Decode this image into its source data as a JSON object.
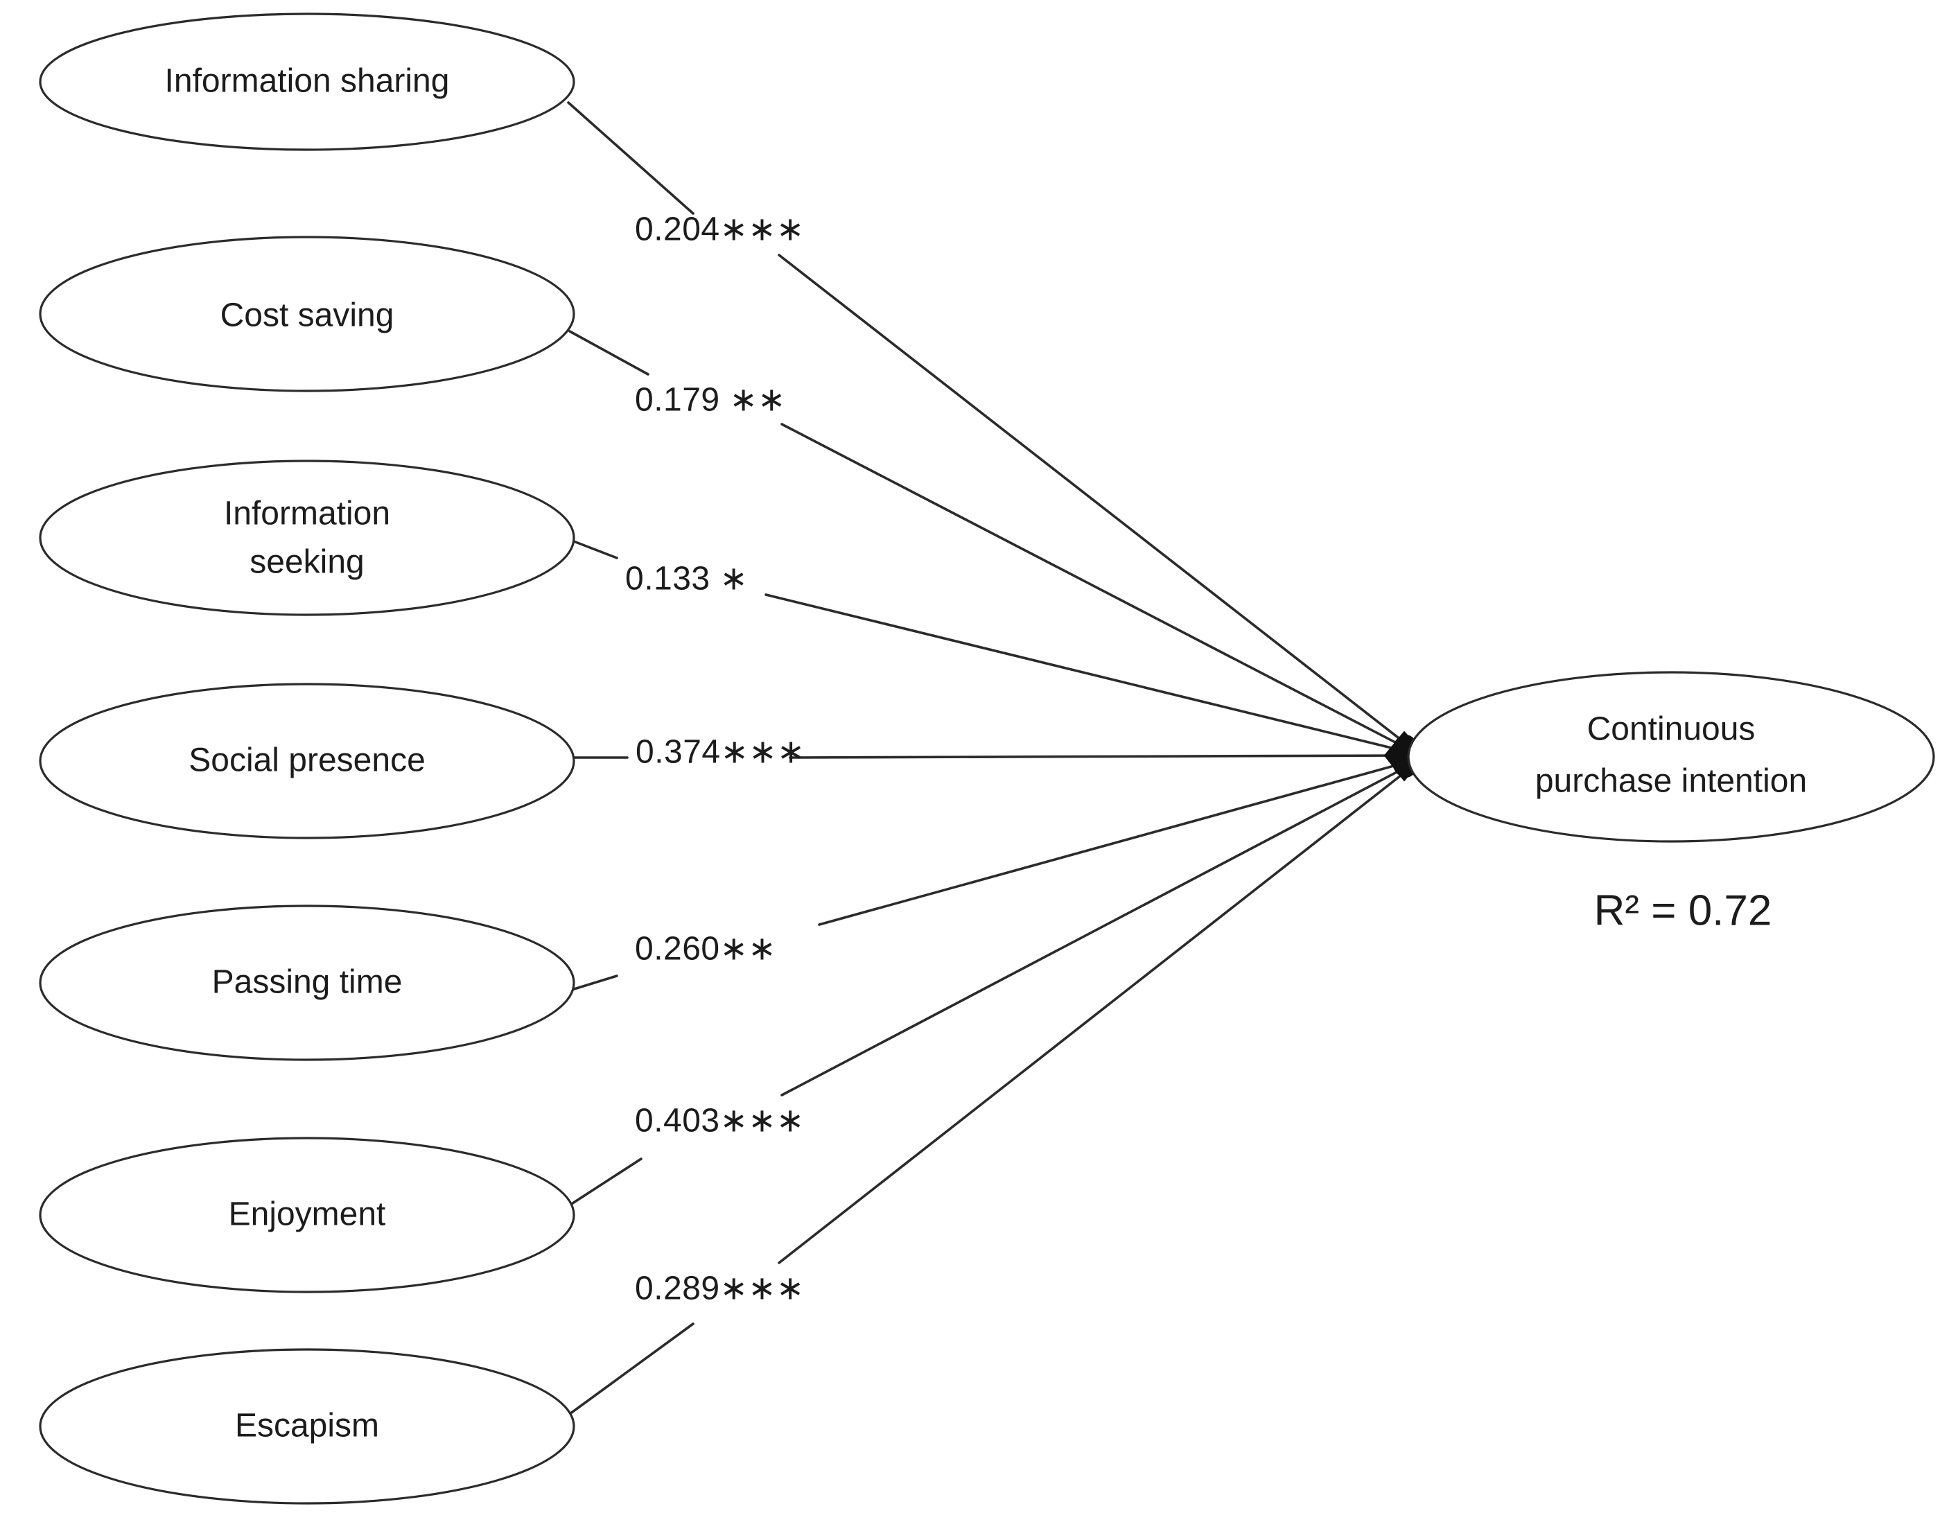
{
  "diagram": {
    "type": "sem-path-diagram",
    "title": "",
    "predictors": [
      {
        "id": "information-sharing",
        "label": "Information sharing",
        "lines": [
          "Information sharing"
        ]
      },
      {
        "id": "cost-saving",
        "label": "Cost saving",
        "lines": [
          "Cost saving"
        ]
      },
      {
        "id": "information-seeking",
        "label": "Information seeking",
        "lines": [
          "Information",
          "seeking"
        ]
      },
      {
        "id": "social-presence",
        "label": "Social presence",
        "lines": [
          "Social presence"
        ]
      },
      {
        "id": "passing-time",
        "label": "Passing time",
        "lines": [
          "Passing time"
        ]
      },
      {
        "id": "enjoyment",
        "label": "Enjoyment",
        "lines": [
          "Enjoyment"
        ]
      },
      {
        "id": "escapism",
        "label": "Escapism",
        "lines": [
          "Escapism"
        ]
      }
    ],
    "outcome": {
      "id": "continuous-purchase-intention",
      "label": "Continuous purchase intention",
      "lines": [
        "Continuous",
        "purchase intention"
      ],
      "r_squared_text": "R² = 0.72",
      "r_squared_value": 0.72
    },
    "paths": [
      {
        "from": "information-sharing",
        "to": "continuous-purchase-intention",
        "coefficient": 0.204,
        "stars": "***",
        "label": "0.204∗∗∗"
      },
      {
        "from": "cost-saving",
        "to": "continuous-purchase-intention",
        "coefficient": 0.179,
        "stars": "**",
        "label": "0.179 ∗∗"
      },
      {
        "from": "information-seeking",
        "to": "continuous-purchase-intention",
        "coefficient": 0.133,
        "stars": "*",
        "label": "0.133 ∗"
      },
      {
        "from": "social-presence",
        "to": "continuous-purchase-intention",
        "coefficient": 0.374,
        "stars": "***",
        "label": "0.374∗∗∗"
      },
      {
        "from": "passing-time",
        "to": "continuous-purchase-intention",
        "coefficient": 0.26,
        "stars": "**",
        "label": "0.260∗∗"
      },
      {
        "from": "enjoyment",
        "to": "continuous-purchase-intention",
        "coefficient": 0.403,
        "stars": "***",
        "label": "0.403∗∗∗"
      },
      {
        "from": "escapism",
        "to": "continuous-purchase-intention",
        "coefficient": 0.289,
        "stars": "***",
        "label": "0.289∗∗∗"
      }
    ],
    "colors": {
      "stroke": "#2b2b2b",
      "text": "#1c1c1c",
      "background": "#ffffff"
    }
  }
}
